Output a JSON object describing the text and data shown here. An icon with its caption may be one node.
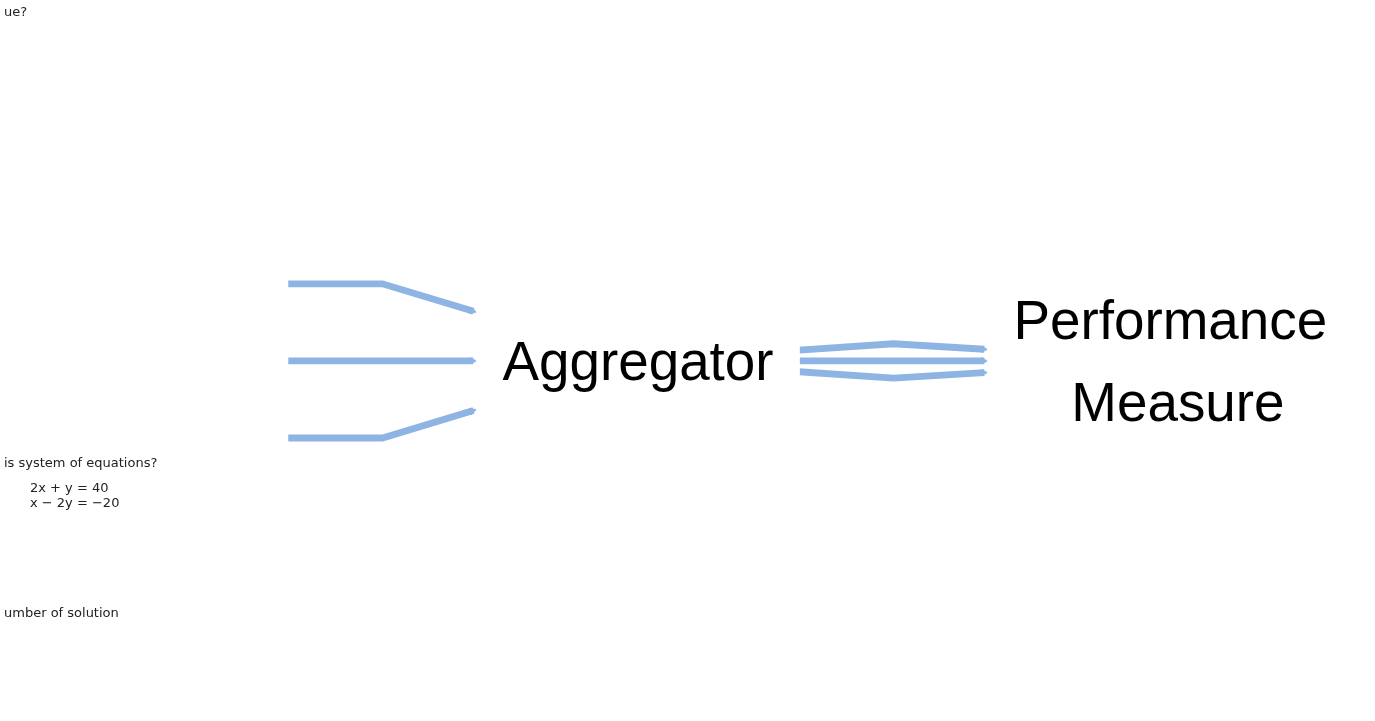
{
  "diagram": {
    "nodes": [
      {
        "text": [
          "Aggregator"
        ]
      },
      {
        "text": [
          "Performance Measure"
        ]
      }
    ],
    "edges": [
      {
        "from": null,
        "to": 0,
        "arrow": "to"
      },
      {
        "from": null,
        "to": 0,
        "arrow": "to"
      },
      {
        "from": null,
        "to": 0,
        "arrow": "to"
      },
      {
        "from": 0,
        "to": 1,
        "arrow": "to"
      },
      {
        "from": 0,
        "to": 1,
        "arrow": "to"
      },
      {
        "from": 0,
        "to": 1,
        "arrow": "to"
      }
    ],
    "labels": [
      "ue?",
      "is system of equations?",
      "2x + y = 40",
      "x − 2y = −20",
      "umber of solution"
    ]
  }
}
